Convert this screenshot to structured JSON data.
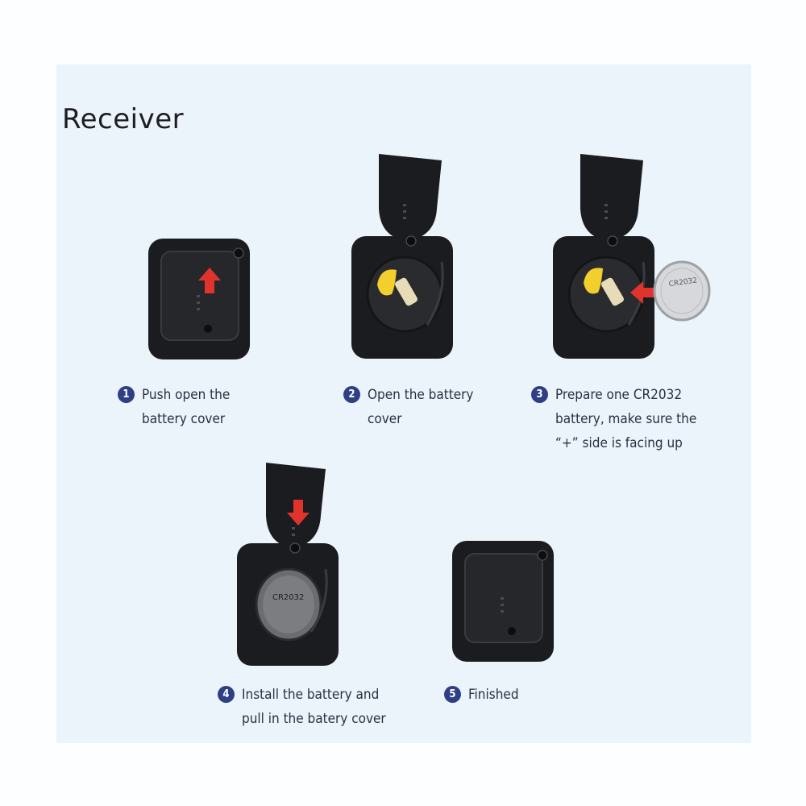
{
  "title": "Receiver",
  "colors": {
    "device": "#1b1c1f",
    "arrow": "#e0332c",
    "badge": "#2f3f86",
    "background": "#ebf3fb",
    "battery_clip": "#f2cf2c"
  },
  "battery_label": "CR2032",
  "steps": [
    {
      "number": "1",
      "text": "Push open the\nbattery cover"
    },
    {
      "number": "2",
      "text": "Open the battery\ncover"
    },
    {
      "number": "3",
      "text": "Prepare one CR2032\nbattery, make sure the\n“+”  side is facing up"
    },
    {
      "number": "4",
      "text": "Install the battery and\npull in the batery cover"
    },
    {
      "number": "5",
      "text": "Finished"
    }
  ]
}
